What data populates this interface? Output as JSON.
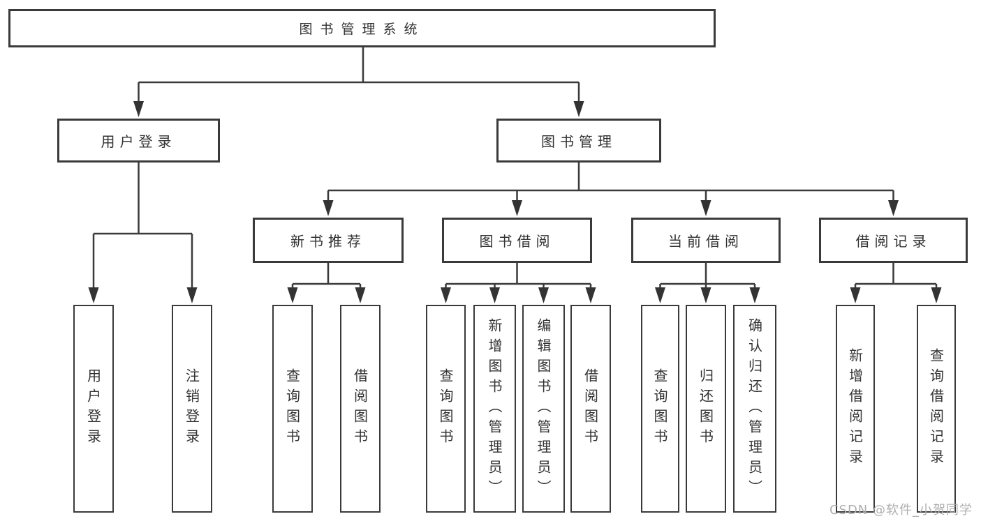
{
  "diagram_type": "hierarchy-tree",
  "colors": {
    "background": "#ffffff",
    "line": "#3a3a3a",
    "box_border": "#3a3a3a",
    "text": "#333333",
    "watermark": "#afafaf"
  },
  "watermark": {
    "text": "CSDN @软件_小贺同学"
  },
  "tree": {
    "label": "图书管理系统",
    "children": [
      {
        "label": "用户登录",
        "children": [
          {
            "label": "用户登录"
          },
          {
            "label": "注销登录"
          }
        ]
      },
      {
        "label": "图书管理",
        "children": [
          {
            "label": "新书推荐",
            "children": [
              {
                "label": "查询图书"
              },
              {
                "label": "借阅图书"
              }
            ]
          },
          {
            "label": "图书借阅",
            "children": [
              {
                "label": "查询图书"
              },
              {
                "label": "新增图书（管理员）"
              },
              {
                "label": "编辑图书（管理员）"
              },
              {
                "label": "借阅图书"
              }
            ]
          },
          {
            "label": "当前借阅",
            "children": [
              {
                "label": "查询图书"
              },
              {
                "label": "归还图书"
              },
              {
                "label": "确认归还（管理员）"
              }
            ]
          },
          {
            "label": "借阅记录",
            "children": [
              {
                "label": "新增借阅记录"
              },
              {
                "label": "查询借阅记录"
              }
            ]
          }
        ]
      }
    ]
  }
}
